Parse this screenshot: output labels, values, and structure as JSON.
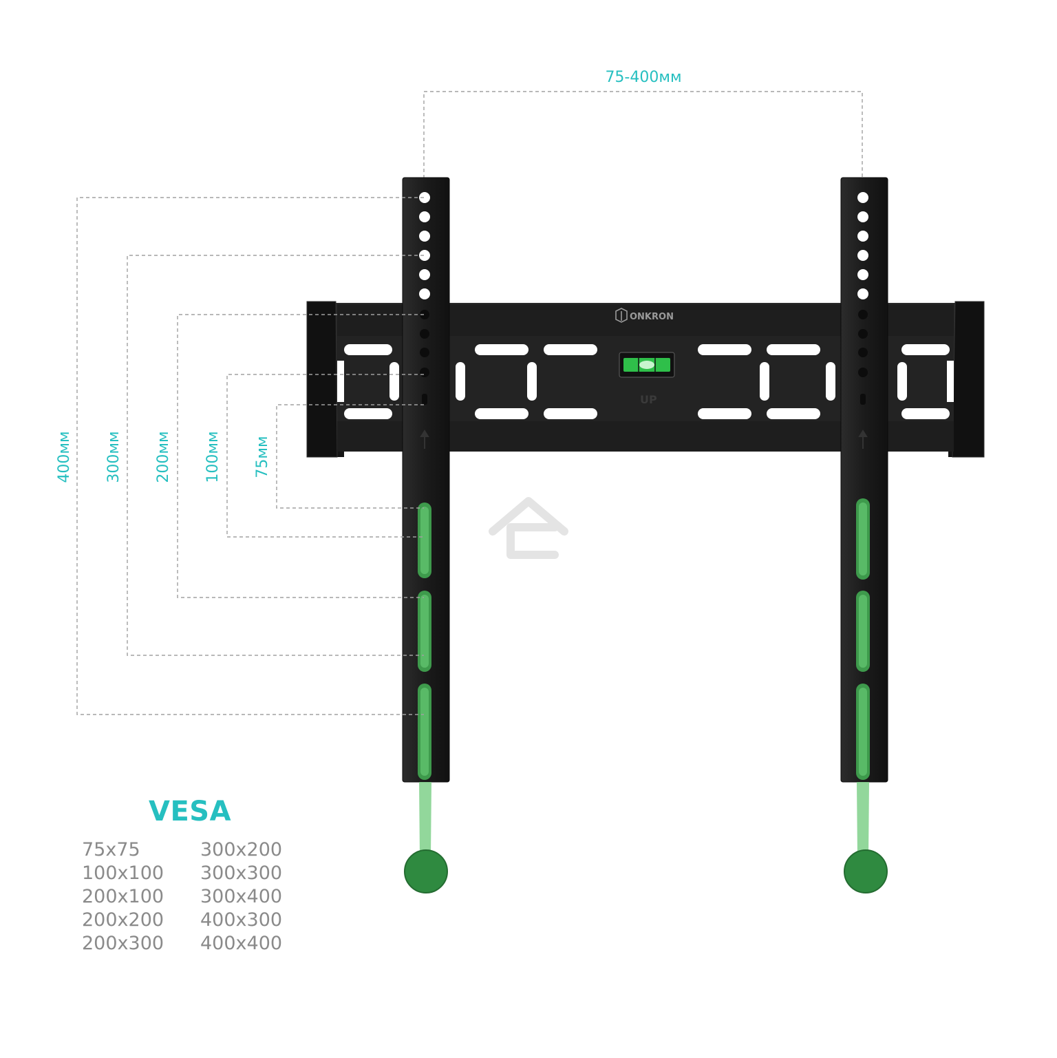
{
  "dimensions": {
    "horizontal": "75-400мм",
    "vertical": [
      "400мм",
      "300мм",
      "200мм",
      "100мм",
      "75мм"
    ]
  },
  "brand": "ONKRON",
  "level_marking": "UP",
  "vesa": {
    "title": "VESA",
    "left_column": [
      "75x75",
      "100x100",
      "200x100",
      "200x200",
      "200x300"
    ],
    "right_column": [
      "300x200",
      "300x300",
      "300x400",
      "400x300",
      "400x400"
    ]
  },
  "colors": {
    "accent": "#26bfc0",
    "bracket": "#1d1d1d",
    "green_strap": "#3e9a4c",
    "list_text": "#8a8a8a"
  }
}
